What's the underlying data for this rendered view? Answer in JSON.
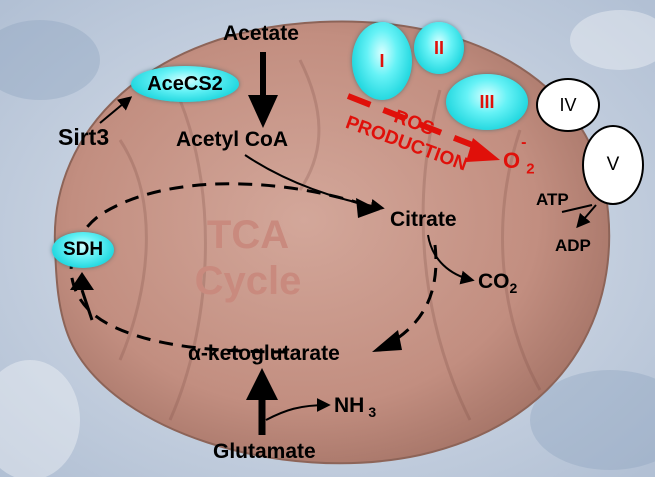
{
  "labels": {
    "acetate": "Acetate",
    "acetyl_coa": "Acetyl CoA",
    "sirt3": "Sirt3",
    "acecs2": "AceCS2",
    "citrate": "Citrate",
    "co2_main": "CO",
    "co2_sub": "2",
    "sdh": "SDH",
    "tca_line1": "TCA",
    "tca_line2": "Cycle",
    "alpha_kg": "α-ketoglutarate",
    "nh3_main": "NH",
    "nh3_sub": "3",
    "glutamate": "Glutamate",
    "ros_line1": "ROS",
    "ros_line2": "PRODUCTION",
    "o2_main": "O",
    "o2_sub": "2",
    "o2_sup": "-",
    "atp": "ATP",
    "adp": "ADP"
  },
  "complexes": {
    "i": "I",
    "ii": "II",
    "iii": "III",
    "iv": "IV",
    "v": "V"
  },
  "colors": {
    "complex_fill": "#22d8e0",
    "ros_red": "#e0100a",
    "tca_text": "#c98a7e",
    "mito_fill": "#c48d7e"
  }
}
